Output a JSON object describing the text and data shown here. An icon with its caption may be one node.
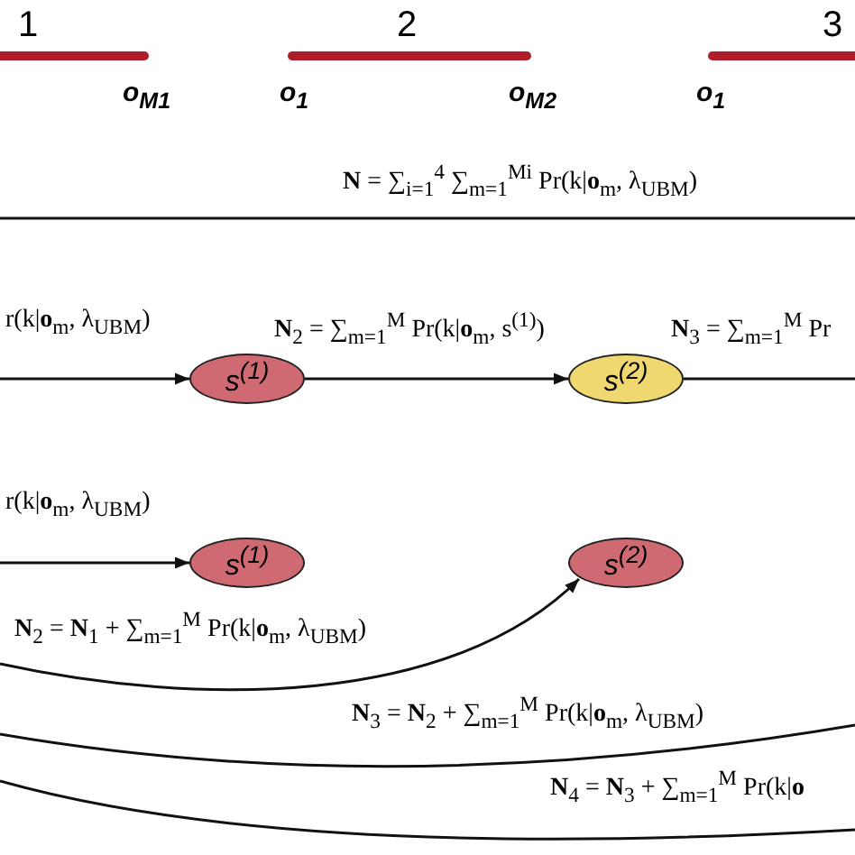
{
  "diagram": {
    "nodes": [
      {
        "text": [
          "s$^{(1)}$"
        ]
      },
      {
        "text": [
          "s$^{(2)}$"
        ]
      },
      {
        "text": [
          "s$^{(1)}$"
        ]
      },
      {
        "text": [
          "s$^{(2)}$"
        ]
      }
    ],
    "edges": [
      {
        "from": null,
        "to": 0,
        "arrow": "to",
        "label": "r(k|**o**$_{m}$, λ$_{UBM}$)"
      },
      {
        "from": 0,
        "to": 1,
        "arrow": "to",
        "label": "**N**$_{2}$ = ∑$_{m=1}$$^{M}$ Pr(k|**o**$_{m}$, s$^{(1)}$)"
      },
      {
        "from": 1,
        "to": null,
        "arrow": "none",
        "label": "**N**$_{3}$ = ∑$_{m=1}$$^{M}$ Pr"
      },
      {
        "from": null,
        "to": 2,
        "arrow": "to",
        "label": "r(k|**o**$_{m}$, λ$_{UBM}$)"
      },
      {
        "from": null,
        "to": 3,
        "arrow": "to",
        "label": "**N**$_{2}$ = **N**$_{1}$ + ∑$_{m=1}$$^{M}$ Pr(k|**o**$_{m}$, λ$_{UBM}$)"
      }
    ],
    "labels": [
      "1",
      "2",
      "3",
      "o$_{M1}$",
      "o$_{1}$",
      "o$_{M2}$",
      "o$_{1}$",
      "**N** = ∑$_{i=1}$$^{4}$ ∑$_{m=1}$$^{Mi}$ Pr(k|**o**$_{m}$, λ$_{UBM}$)",
      "**N**$_{3}$ = **N**$_{2}$ + ∑$_{m=1}$$^{M}$ Pr(k|**o**$_{m}$, λ$_{UBM}$)",
      "**N**$_{4}$ = **N**$_{3}$ + ∑$_{m=1}$$^{M}$ Pr(k|**o**"
    ]
  }
}
